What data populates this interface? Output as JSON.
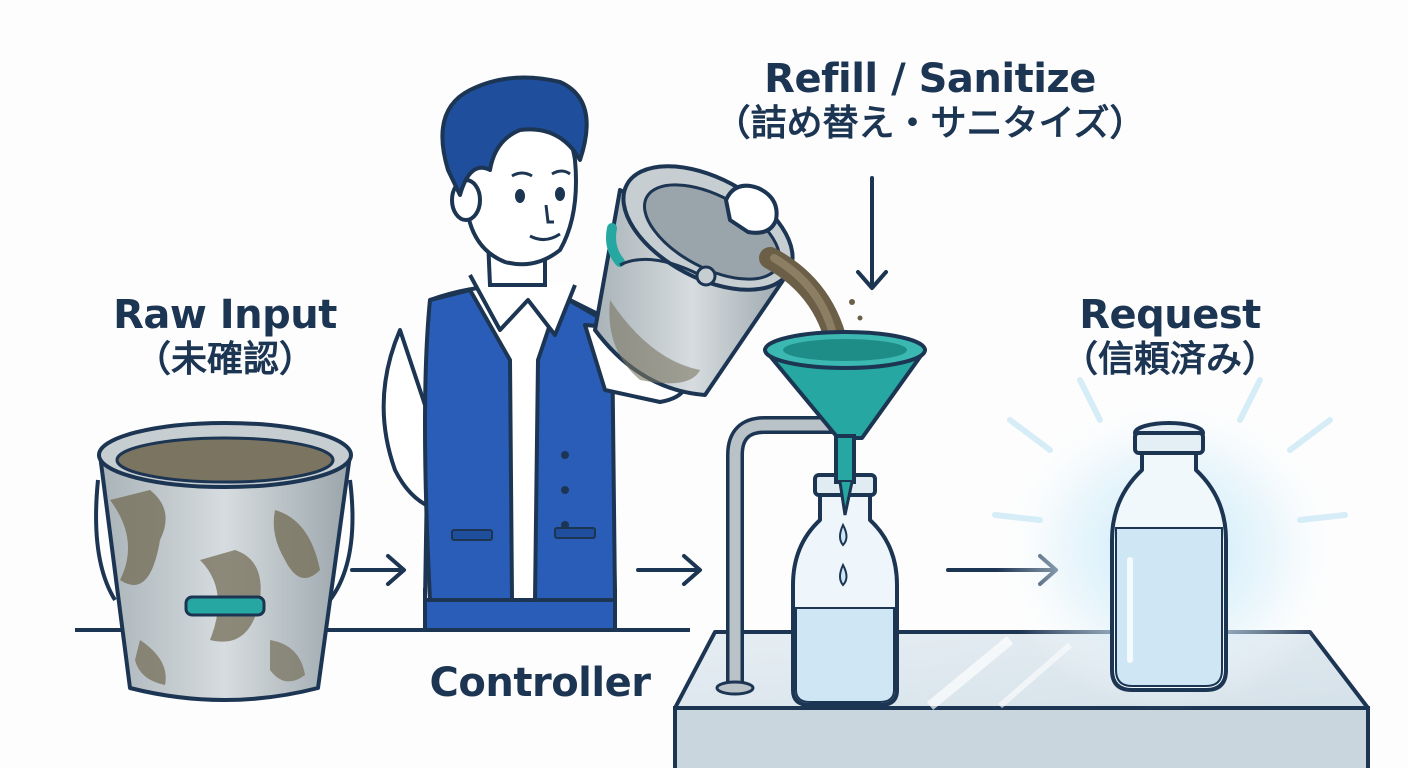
{
  "labels": {
    "raw_input": {
      "title": "Raw Input",
      "subtitle": "（未確認）"
    },
    "refill": {
      "title": "Refill / Sanitize",
      "subtitle": "（詰め替え・サニタイズ）"
    },
    "request": {
      "title": "Request",
      "subtitle": "（信頼済み）"
    },
    "controller": "Controller"
  },
  "icons": [
    "dirty-bucket-icon",
    "person-icon",
    "funnel-icon",
    "bottle-icon",
    "clean-bottle-icon",
    "arrow-icon"
  ],
  "colors": {
    "outline": "#1c3553",
    "vest": "#2a5db8",
    "hair": "#1f4e9c",
    "teal": "#27a7a1",
    "metal": "#b9c2c6",
    "dirt": "#7a7460",
    "water": "#cfe6f4",
    "glow": "#bfe6f8"
  }
}
